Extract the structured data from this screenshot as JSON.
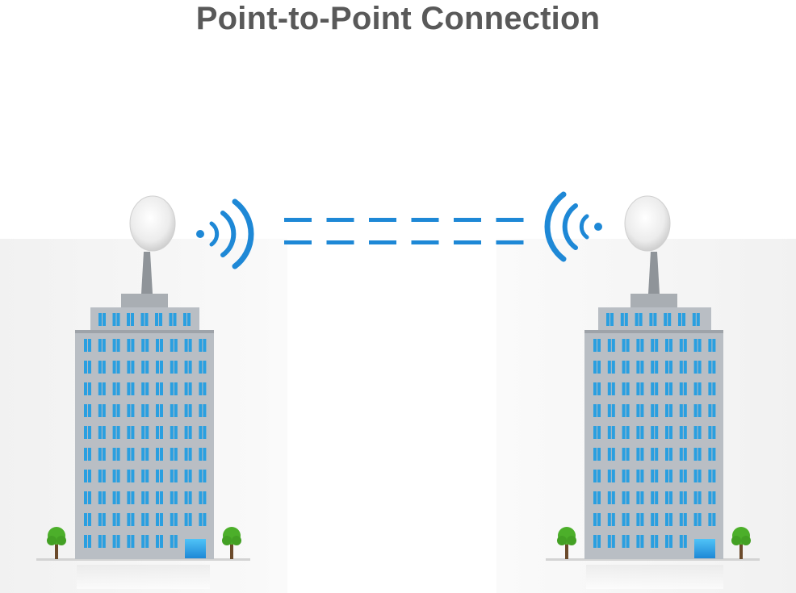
{
  "title": "Point-to-Point Connection",
  "colors": {
    "title_text": "#595959",
    "signal_blue": "#1e88d6",
    "window_blue": "#2a9fe0",
    "building_gray": "#b9bec4",
    "building_dark": "#8c9197",
    "tree_green": "#4caf2a",
    "tree_trunk": "#6b4a2b"
  },
  "left_site": {
    "antenna": "dish-antenna-icon",
    "signal": "wifi-signal-right-icon",
    "building": "office-building-icon",
    "trees": [
      "tree-icon",
      "tree-icon"
    ]
  },
  "right_site": {
    "antenna": "dish-antenna-icon",
    "signal": "wifi-signal-left-icon",
    "building": "office-building-icon",
    "trees": [
      "tree-icon",
      "tree-icon"
    ]
  },
  "link": {
    "style": "dashed",
    "dash_count": 6
  }
}
